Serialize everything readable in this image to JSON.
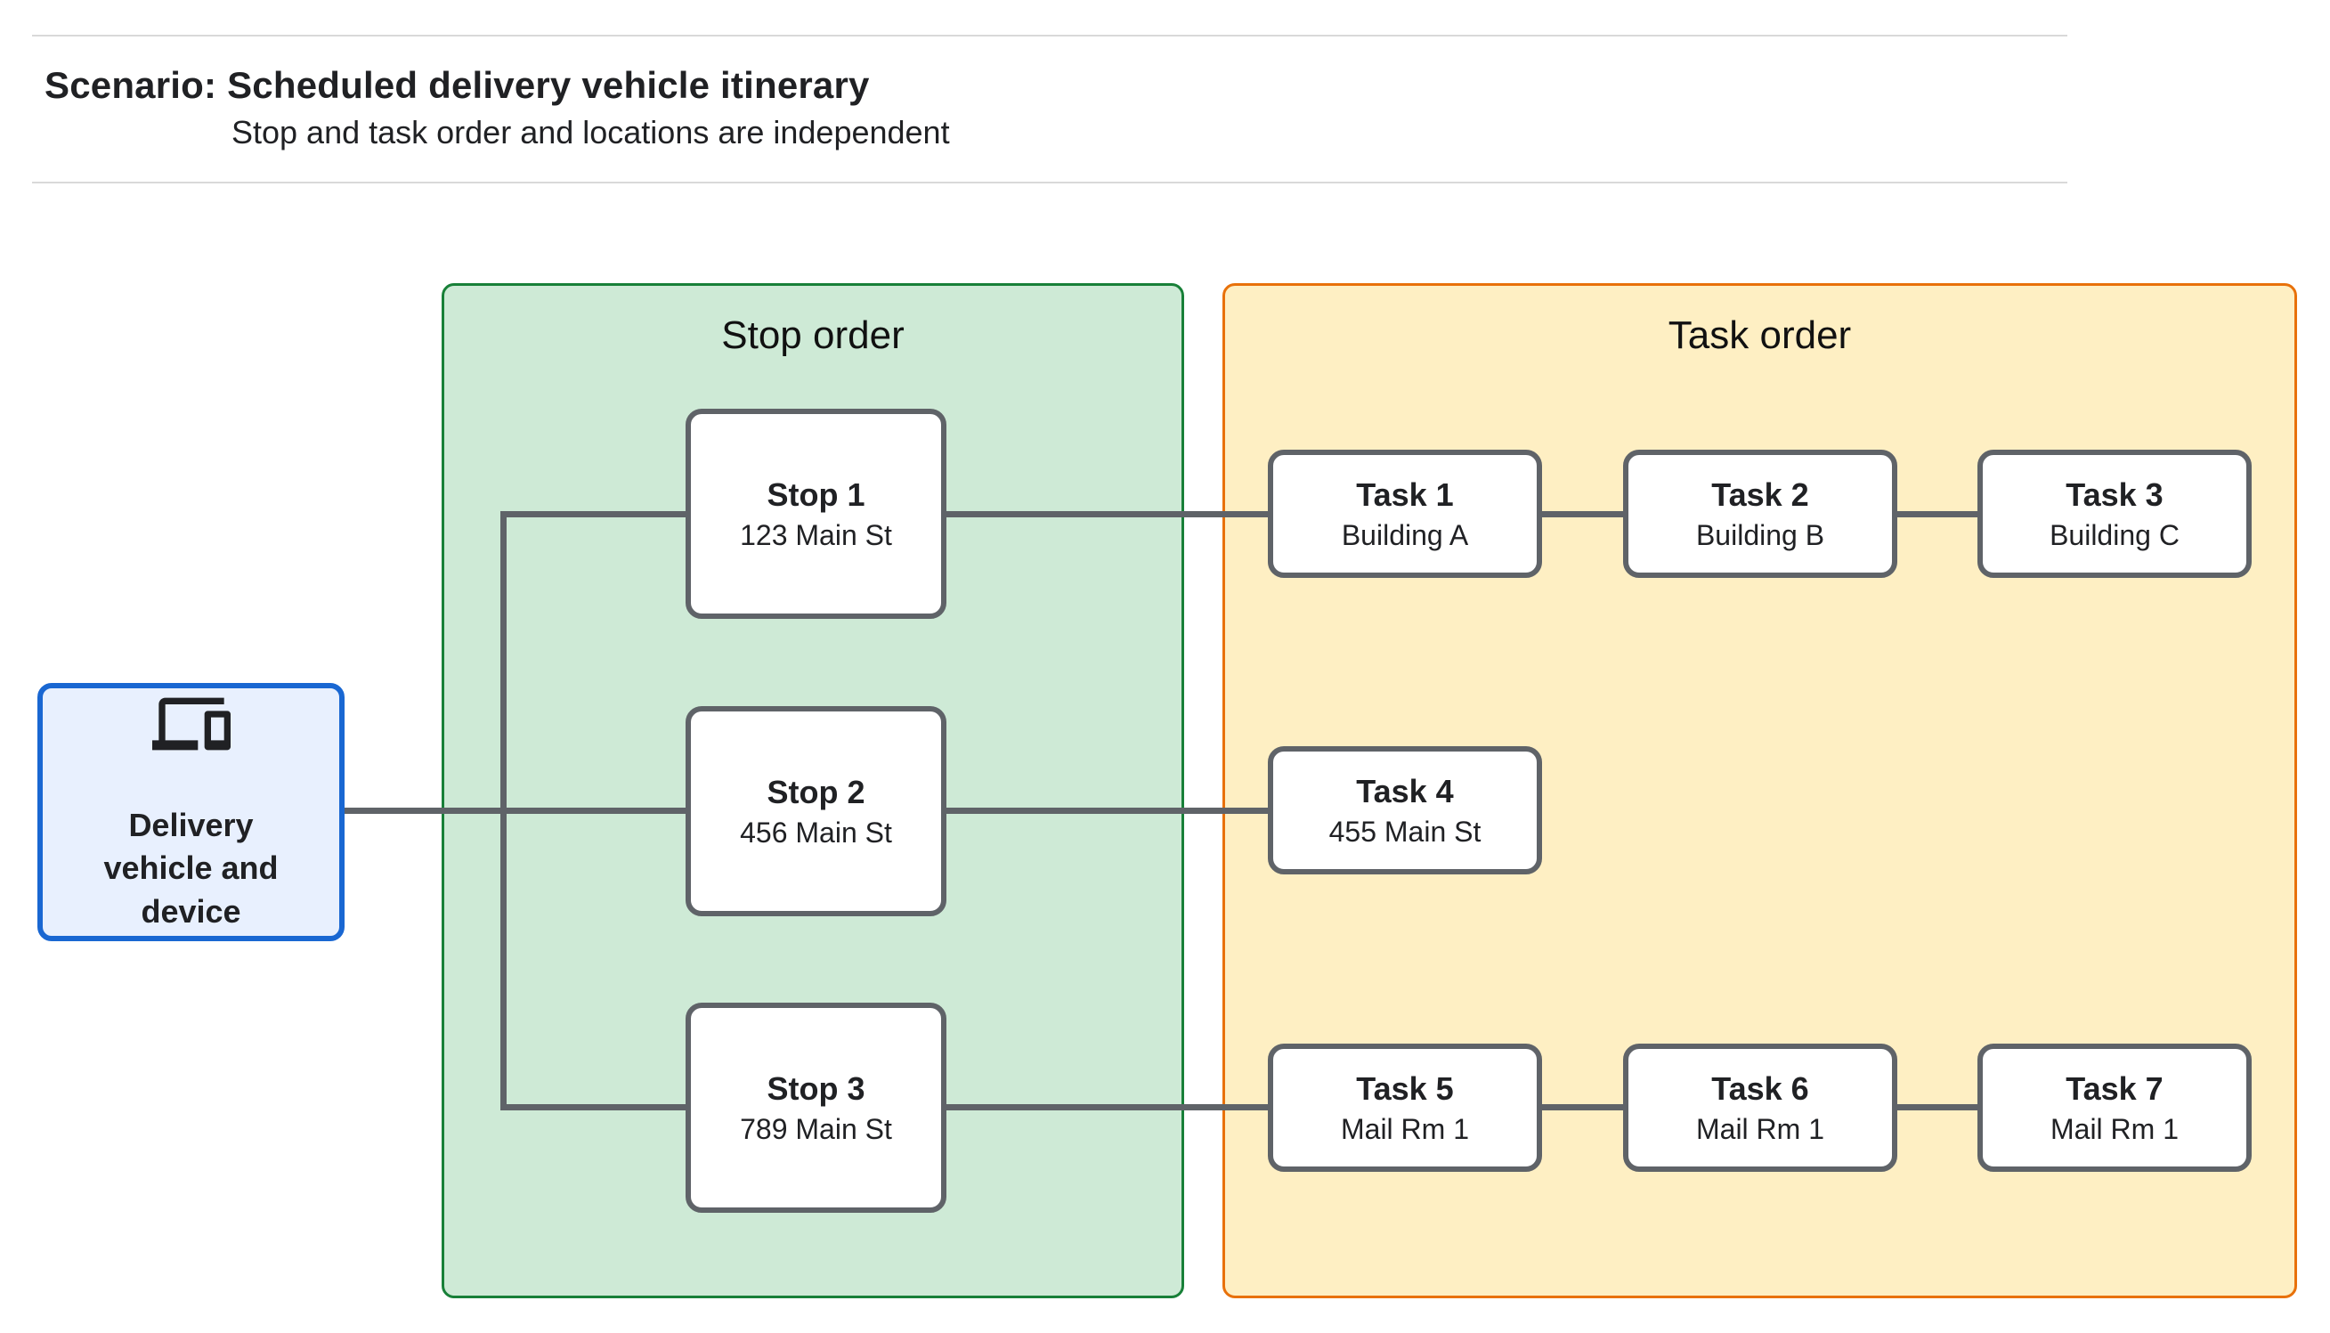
{
  "header": {
    "title": "Scenario: Scheduled delivery vehicle itinerary",
    "subtitle": "Stop and task order and locations are independent"
  },
  "vehicle": {
    "label": "Delivery vehicle and device",
    "icon": "devices-icon"
  },
  "stop_panel": {
    "title": "Stop order",
    "fill_color": "#CEEAD6",
    "border_color": "#188038",
    "stops": [
      {
        "title": "Stop 1",
        "subtitle": "123 Main St"
      },
      {
        "title": "Stop 2",
        "subtitle": "456 Main St"
      },
      {
        "title": "Stop 3",
        "subtitle": "789 Main St"
      }
    ]
  },
  "task_panel": {
    "title": "Task order",
    "fill_color": "#FEEFC3",
    "border_color": "#E8710A",
    "tasks": [
      {
        "title": "Task 1",
        "subtitle": "Building A"
      },
      {
        "title": "Task 2",
        "subtitle": "Building B"
      },
      {
        "title": "Task 3",
        "subtitle": "Building C"
      },
      {
        "title": "Task 4",
        "subtitle": "455 Main St"
      },
      {
        "title": "Task 5",
        "subtitle": "Mail Rm 1"
      },
      {
        "title": "Task 6",
        "subtitle": "Mail Rm 1"
      },
      {
        "title": "Task 7",
        "subtitle": "Mail Rm 1"
      }
    ]
  },
  "colors": {
    "connector": "#5F6368",
    "node_border": "#5F6368",
    "vehicle_fill": "#E8F0FE",
    "vehicle_border": "#1967D2",
    "divider": "#D9D9D9"
  }
}
